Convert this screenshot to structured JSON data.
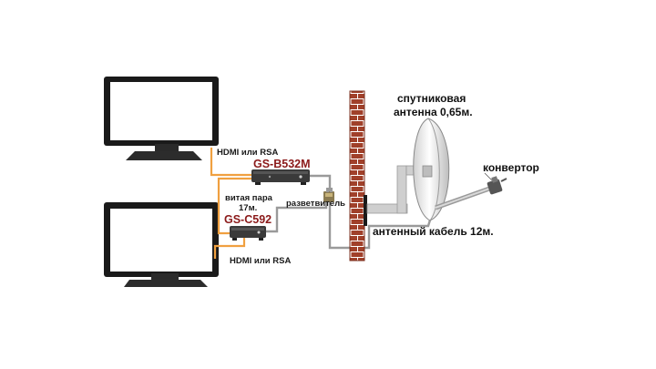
{
  "colors": {
    "hdmi_cable": "#f0a040",
    "twisted_pair": "#f0a040",
    "coax_cable": "#9a9a9a",
    "brick_wall": "#a0402a",
    "mortar": "#ffffff",
    "receiver_label": "#8b1a1a",
    "tv_frame": "#1a1a1a"
  },
  "icons": {
    "tv": "tv-icon",
    "receiver": "receiver-icon",
    "splitter": "splitter-icon",
    "dish": "satellite-dish-icon",
    "lnb": "lnb-converter-icon",
    "wall": "brick-wall-icon"
  },
  "labels": {
    "hdmi_top": "HDMI или RSA",
    "receiver_main": "GS-B532M",
    "twisted_pair": "витая пара",
    "twisted_length": "17м.",
    "receiver_client": "GS-C592",
    "hdmi_bottom": "HDMI или RSA",
    "splitter": "разветвитель",
    "dish_line1": "спутниковая",
    "dish_line2": "антенна 0,65м.",
    "converter": "конвертор",
    "antenna_cable": "антенный кабель 12м."
  }
}
